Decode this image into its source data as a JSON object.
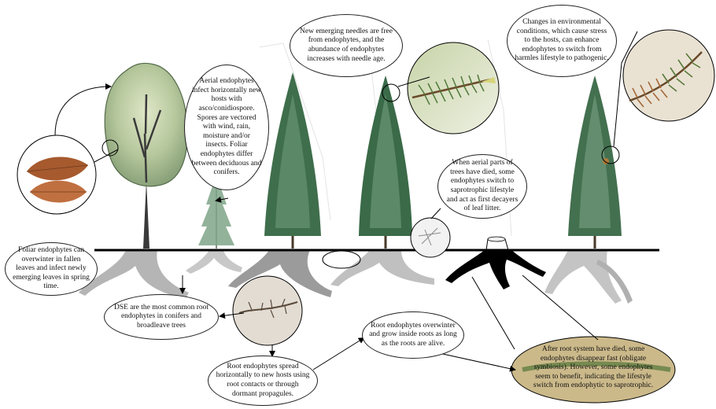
{
  "labels": {
    "new_needles": "New emerging needles are free from endophytes, and the abundance of endophytes increases with needle age.",
    "environmental": "Changes in environmental conditions, which cause stress to the hosts, can enhance endophytes to switch from harmles lifestyle to pathogenic.",
    "aerial": "Aerial endophytes infect horizontally new hosts with asco/conidiospore. Spores are vectored with wind, rain, moisture and/or insects. Foliar endophytes differ between deciduous and conifers.",
    "aerial_dead": "When aerial parts of trees have died, some endophytes switch to saprotrophic lifestyle and act as first decayers of leaf litter.",
    "foliar": "Foliar endophytes can overwinter in fallen leaves and infect newly emerging leaves in spring time.",
    "dse": "DSE are the most common root endophytes in conifers and broadleave trees",
    "root_spread": "Root endophytes spread horizontally to new hosts using root contacts or through dormant propagules.",
    "root_overwinter": "Root endophytes overwinter and grow inside roots as long as the roots are alive.",
    "root_dead": "After root system have died, some endophytes disappear fast (obligate symbiosis). However, some endophytes seem to benefit, indicating the lifestyle switch from endophytic to saprotrophic."
  },
  "colors": {
    "ground": "#000000",
    "roots": "#b5b5b5",
    "roots_dark": "#7a7a7a",
    "stump_roots": "#000000",
    "conifer_dark": "#2f5a3a",
    "conifer_light": "#6f9a78",
    "broadleaf_canopy": "#b9c9a0",
    "trunk": "#3a3a3a",
    "leaf_brown": "#b86b3a"
  },
  "icons": {
    "broadleaf_tree": "broadleaf-tree-icon",
    "conifer_tree": "conifer-tree-icon",
    "sapling": "sapling-icon",
    "stump": "stump-icon",
    "fallen_leaves": "fallen-leaves-icon",
    "needle_shoot": "needle-shoot-icon",
    "root_fragment": "root-fragment-icon",
    "litter": "leaf-litter-icon"
  }
}
